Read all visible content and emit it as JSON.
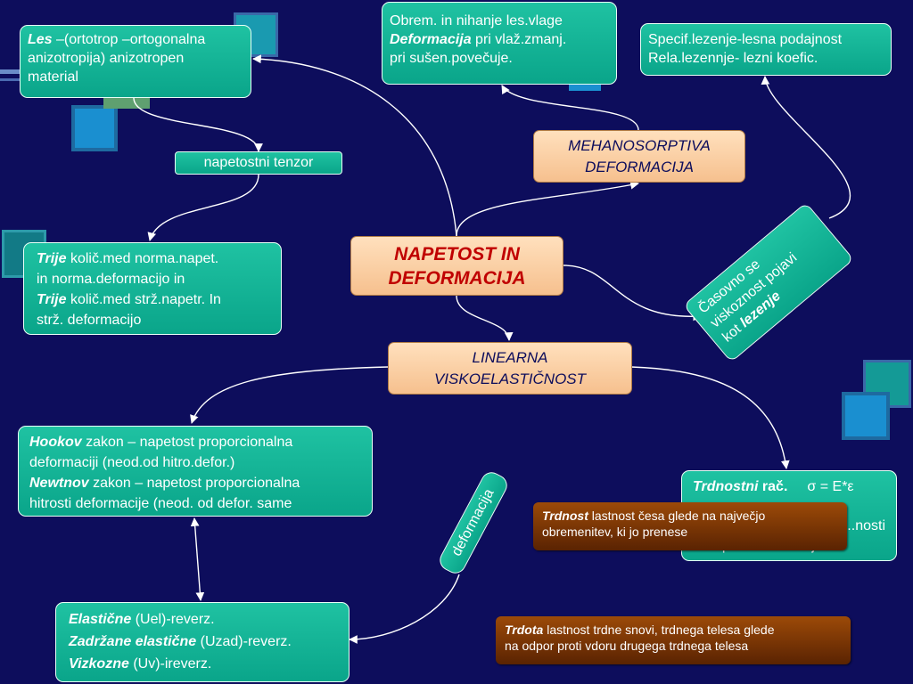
{
  "center": {
    "line1": "NAPETOST IN",
    "line2": "DEFORMACIJA"
  },
  "mehanosorptiva": {
    "line1": "MEHANOSORPTIVA",
    "line2": "DEFORMACIJA"
  },
  "linearna": {
    "line1": "LINEARNA",
    "line2": "VISKOELASTIČNOST"
  },
  "les": {
    "term": "Les",
    "line1_rest": " –(ortotrop –ortogonalna",
    "line2": "anizotropija) anizotropen",
    "line3": "material"
  },
  "obrem": {
    "line1": "Obrem. in nihanje les.vlage",
    "line2_term": "Deformacija",
    "line2_rest": " pri vlaž.zmanj.",
    "line3": "pri sušen.povečuje."
  },
  "specif": {
    "line1": "Specif.lezenje-lesna podajnost",
    "line2": "Rela.lezennje- lezni koefic."
  },
  "tenzor": {
    "label": "napetostni tenzor"
  },
  "trije": {
    "term1": "Trije",
    "line1_rest": " količ.med norma.napet.",
    "line2": "in norma.deformacijo in",
    "term2": "Trije",
    "line3_rest": " količ.med strž.napetr. In",
    "line4": "strž. deformacijo"
  },
  "casovno": {
    "line1": "Časovno se",
    "line2": "viskoznost pojavi",
    "line3_pre": "kot ",
    "line3_term": "lezenje"
  },
  "hookov": {
    "term1": "Hookov",
    "line1_rest": " zakon – napetost proporcionalna",
    "line2": "deformaciji (neod.od hitro.defor.)",
    "term2": "Newtnov",
    "line3_rest": " zakon – napetost proporcionalna",
    "line4": "hitrosti deformacije (neod. od defor. same"
  },
  "deformacija_tag": {
    "label": "deformacija"
  },
  "elasticne": {
    "term1": "Elastične",
    "line1_rest": " (Uel)-reverz.",
    "term2": "Zadržane elastične",
    "line2_rest": " (Uzad)-reverz.",
    "term3": "Vizkozne",
    "line3_rest": " (Uv)-ireverz."
  },
  "trdnostni": {
    "term": "Trdnostni",
    "term_suffix": " rač.",
    "formula": "σ = E*ε",
    "line2": "...nosti",
    "line3": "ε – spec.deformacija"
  },
  "trdnost_box": {
    "term": "Trdnost",
    "line1_rest": " lastnost česa glede na največjo",
    "line2": "obremenitev, ki jo prenese"
  },
  "trdota_box": {
    "term": "Trdota",
    "line1_rest": " lastnost trdne snovi, trdnega telesa glede",
    "line2": "na odpor proti vdoru drugega trdnega telesa"
  },
  "colors": {
    "background": "#0d0d5c",
    "node_teal": "#10b496",
    "peach": "#f8cc9c",
    "center_text": "#c00000",
    "brown": "#7a3404",
    "connector": "#ffffff"
  }
}
